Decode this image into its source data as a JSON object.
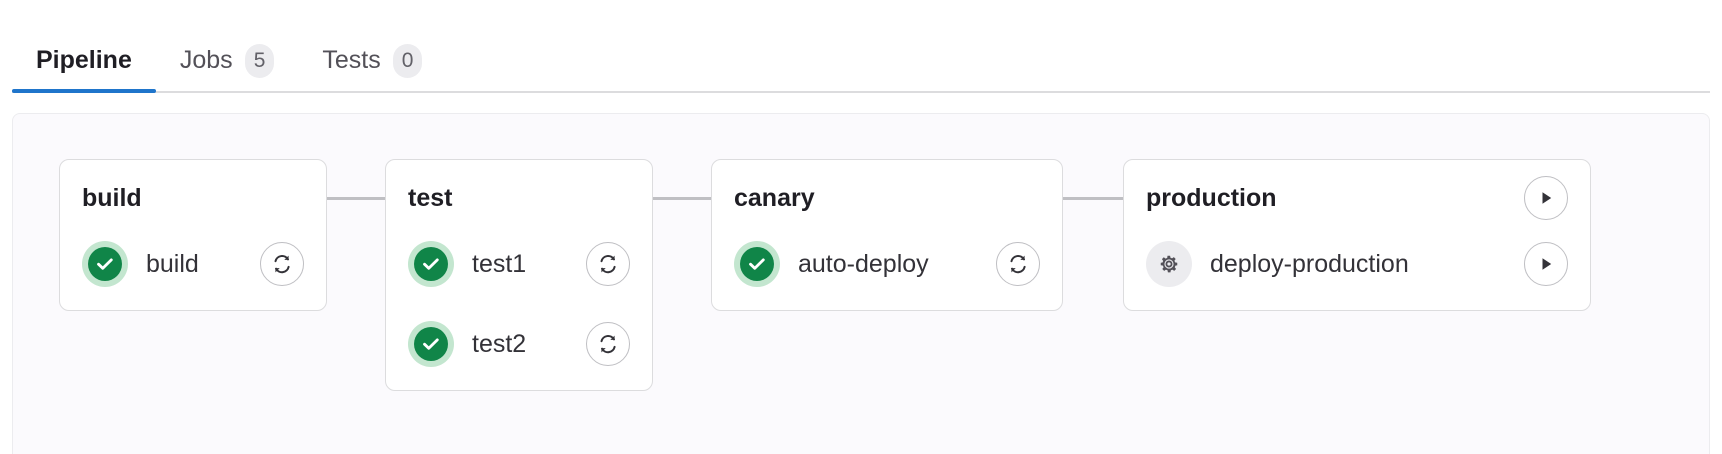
{
  "tabs": [
    {
      "label": "Pipeline",
      "badge": null,
      "active": true,
      "name": "tab-pipeline"
    },
    {
      "label": "Jobs",
      "badge": "5",
      "active": false,
      "name": "tab-jobs"
    },
    {
      "label": "Tests",
      "badge": "0",
      "active": false,
      "name": "tab-tests"
    }
  ],
  "colors": {
    "accent": "#1f75cb",
    "success": "#108548",
    "success_halo": "#c3e6cf",
    "manual": "#ececef",
    "panel_bg": "#fbfafd",
    "card_border": "#dcdcde",
    "connector": "#bfbfc3"
  },
  "pipeline": {
    "stages": [
      {
        "name": "build",
        "title": "build",
        "stage_action": null,
        "jobs": [
          {
            "name": "build",
            "status": "success",
            "status_icon": "check-circle-icon",
            "action": "retry-icon"
          }
        ]
      },
      {
        "name": "test",
        "title": "test",
        "stage_action": null,
        "jobs": [
          {
            "name": "test1",
            "status": "success",
            "status_icon": "check-circle-icon",
            "action": "retry-icon"
          },
          {
            "name": "test2",
            "status": "success",
            "status_icon": "check-circle-icon",
            "action": "retry-icon"
          }
        ]
      },
      {
        "name": "canary",
        "title": "canary",
        "stage_action": null,
        "jobs": [
          {
            "name": "auto-deploy",
            "status": "success",
            "status_icon": "check-circle-icon",
            "action": "retry-icon"
          }
        ]
      },
      {
        "name": "production",
        "title": "production",
        "stage_action": "play-icon",
        "jobs": [
          {
            "name": "deploy-production",
            "status": "manual",
            "status_icon": "gear-icon",
            "action": "play-icon"
          }
        ]
      }
    ]
  }
}
